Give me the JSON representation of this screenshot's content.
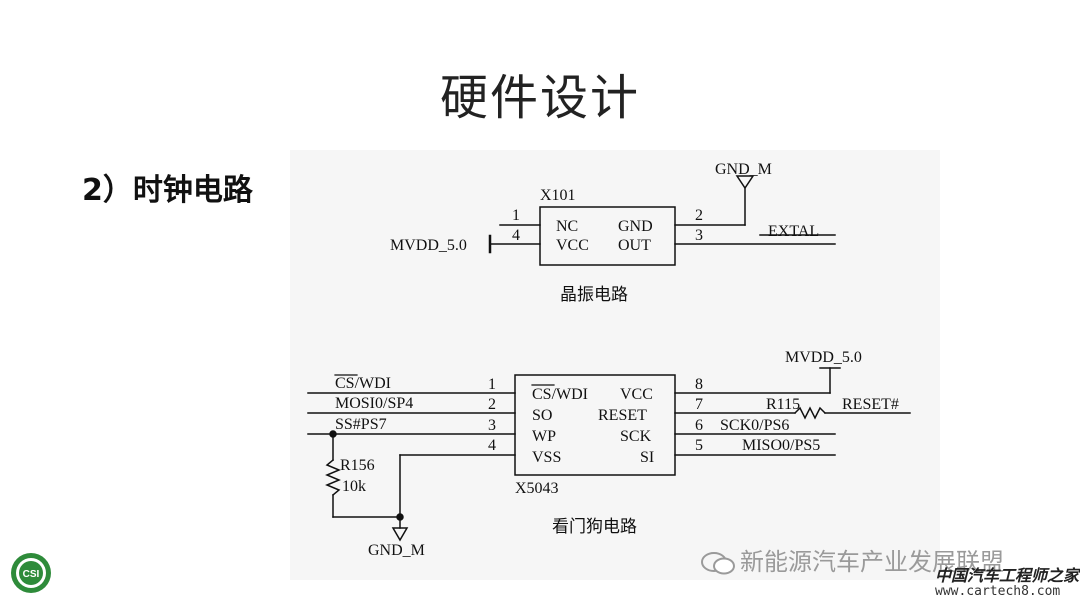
{
  "slide": {
    "title": "硬件设计",
    "subtitle": "2）时钟电路"
  },
  "crystal": {
    "ref": "X101",
    "caption": "晶振电路",
    "left_pins": [
      {
        "num": "1",
        "name": "NC"
      },
      {
        "num": "4",
        "name": "VCC"
      }
    ],
    "right_pins": [
      {
        "num": "2",
        "name": "GND"
      },
      {
        "num": "3",
        "name": "OUT"
      }
    ],
    "power_net": "MVDD_5.0",
    "ground_net": "GND_M",
    "output_net": "EXTAL"
  },
  "watchdog": {
    "ref": "X5043",
    "caption": "看门狗电路",
    "left_pins": [
      {
        "num": "1",
        "name": "CS/WDI",
        "net": "CS/WDI"
      },
      {
        "num": "2",
        "name": "SO",
        "net": "MOSI0/SP4"
      },
      {
        "num": "3",
        "name": "WP",
        "net": "SS#PS7"
      },
      {
        "num": "4",
        "name": "VSS",
        "net": ""
      }
    ],
    "right_pins": [
      {
        "num": "8",
        "name": "VCC",
        "net": ""
      },
      {
        "num": "7",
        "name": "RESET",
        "net": "RESET#"
      },
      {
        "num": "6",
        "name": "SCK",
        "net": "SCK0/PS6"
      },
      {
        "num": "5",
        "name": "SI",
        "net": "MISO0/PS5"
      }
    ],
    "power_net": "MVDD_5.0",
    "ground_net": "GND_M",
    "resistor_r115": "R115",
    "resistor_r156": "R156",
    "resistor_r156_value": "10k"
  },
  "watermarks": {
    "wechat": "新能源汽车产业发展联盟",
    "site_cn": "中国汽车工程师之家",
    "site_url": "www.cartech8.com"
  },
  "logo": {
    "text": "CSI"
  }
}
